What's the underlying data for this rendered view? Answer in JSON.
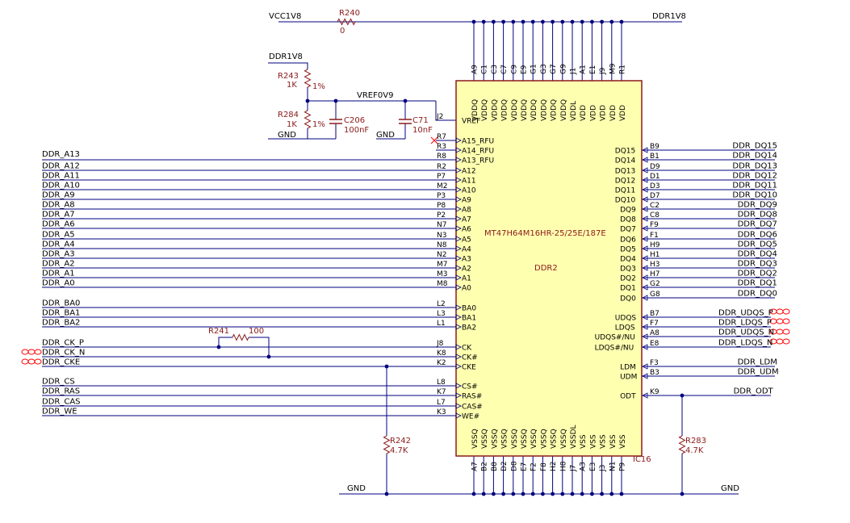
{
  "colors": {
    "wire": "#000080",
    "ic_fill": "#ffffb0",
    "ic_stroke": "#8b1a1a",
    "net_text": "#000000",
    "ref_text": "#8b1a1a",
    "flag": "#ff0000"
  },
  "ic": {
    "ref": "IC16",
    "part": "MT47H64M16HR-25/25E/187E",
    "type": "DDR2"
  },
  "power": {
    "vcc1v8": "VCC1V8",
    "ddr1v8_right": "DDR1V8",
    "ddr1v8_left": "DDR1V8",
    "vref": "VREF0V9",
    "gnd": "GND"
  },
  "components": {
    "R240": {
      "ref": "R240",
      "value": "0"
    },
    "R243": {
      "ref": "R243",
      "value": "1K",
      "tol": "1%"
    },
    "R284": {
      "ref": "R284",
      "value": "1K",
      "tol": "1%"
    },
    "C206": {
      "ref": "C206",
      "value": "100nF"
    },
    "C71": {
      "ref": "C71",
      "value": "10nF"
    },
    "R241": {
      "ref": "R241",
      "value": "100"
    },
    "R242": {
      "ref": "R242",
      "value": "4.7K"
    },
    "R283": {
      "ref": "R283",
      "value": "4.7K"
    }
  },
  "top_pins": [
    {
      "pin": "A9",
      "name": "VDDQ"
    },
    {
      "pin": "C1",
      "name": "VDDQ"
    },
    {
      "pin": "C3",
      "name": "VDDQ"
    },
    {
      "pin": "C7",
      "name": "VDDQ"
    },
    {
      "pin": "C9",
      "name": "VDDQ"
    },
    {
      "pin": "E9",
      "name": "VDDQ"
    },
    {
      "pin": "G1",
      "name": "VDDQ"
    },
    {
      "pin": "G3",
      "name": "VDDQ"
    },
    {
      "pin": "G7",
      "name": "VDDQ"
    },
    {
      "pin": "G9",
      "name": "VDDQ"
    },
    {
      "pin": "J1",
      "name": "VDDL"
    },
    {
      "pin": "A1",
      "name": "VDD"
    },
    {
      "pin": "E1",
      "name": "VDD"
    },
    {
      "pin": "J9",
      "name": "VDD"
    },
    {
      "pin": "M9",
      "name": "VDD"
    },
    {
      "pin": "R1",
      "name": "VDD"
    }
  ],
  "bottom_pins": [
    {
      "pin": "A7",
      "name": "VSSQ"
    },
    {
      "pin": "B2",
      "name": "VSSQ"
    },
    {
      "pin": "B8",
      "name": "VSSQ"
    },
    {
      "pin": "D2",
      "name": "VSSQ"
    },
    {
      "pin": "D8",
      "name": "VSSQ"
    },
    {
      "pin": "E7",
      "name": "VSSQ"
    },
    {
      "pin": "F2",
      "name": "VSSQ"
    },
    {
      "pin": "F8",
      "name": "VSSQ"
    },
    {
      "pin": "H2",
      "name": "VSSQ"
    },
    {
      "pin": "H8",
      "name": "VSSQ"
    },
    {
      "pin": "J7",
      "name": "VSSDL"
    },
    {
      "pin": "A3",
      "name": "VSS"
    },
    {
      "pin": "E3",
      "name": "VSS"
    },
    {
      "pin": "J3",
      "name": "VSS"
    },
    {
      "pin": "N1",
      "name": "VSS"
    },
    {
      "pin": "P9",
      "name": "VSS"
    }
  ],
  "left_pins": [
    {
      "pin": "J2",
      "name": "VREF",
      "net": ""
    },
    {
      "pin": "R7",
      "name": "A15_RFU",
      "net": ""
    },
    {
      "pin": "R3",
      "name": "A14_RFU",
      "net": ""
    },
    {
      "pin": "R8",
      "name": "A13_RFU",
      "net": ""
    },
    {
      "pin": "R2",
      "name": "A12",
      "net": "DDR_A12"
    },
    {
      "pin": "P7",
      "name": "A11",
      "net": "DDR_A11"
    },
    {
      "pin": "M2",
      "name": "A10",
      "net": "DDR_A10"
    },
    {
      "pin": "P3",
      "name": "A9",
      "net": "DDR_A9"
    },
    {
      "pin": "P8",
      "name": "A8",
      "net": "DDR_A8"
    },
    {
      "pin": "P2",
      "name": "A7",
      "net": "DDR_A7"
    },
    {
      "pin": "N7",
      "name": "A6",
      "net": "DDR_A6"
    },
    {
      "pin": "N3",
      "name": "A5",
      "net": "DDR_A5"
    },
    {
      "pin": "N8",
      "name": "A4",
      "net": "DDR_A4"
    },
    {
      "pin": "N2",
      "name": "A3",
      "net": "DDR_A3"
    },
    {
      "pin": "M7",
      "name": "A2",
      "net": "DDR_A2"
    },
    {
      "pin": "M3",
      "name": "A1",
      "net": "DDR_A1"
    },
    {
      "pin": "M8",
      "name": "A0",
      "net": "DDR_A0"
    },
    {
      "pin": "L2",
      "name": "BA0",
      "net": "DDR_BA0"
    },
    {
      "pin": "L3",
      "name": "BA1",
      "net": "DDR_BA1"
    },
    {
      "pin": "L1",
      "name": "BA2",
      "net": "DDR_BA2"
    },
    {
      "pin": "J8",
      "name": "CK",
      "net": "DDR_CK_P"
    },
    {
      "pin": "K8",
      "name": "CK#",
      "net": "DDR_CK_N"
    },
    {
      "pin": "K2",
      "name": "CKE",
      "net": "DDR_CKE"
    },
    {
      "pin": "L8",
      "name": "CS#",
      "net": "DDR_CS"
    },
    {
      "pin": "K7",
      "name": "RAS#",
      "net": "DDR_RAS"
    },
    {
      "pin": "L7",
      "name": "CAS#",
      "net": "DDR_CAS"
    },
    {
      "pin": "K3",
      "name": "WE#",
      "net": "DDR_WE"
    }
  ],
  "left_extra_net": "DDR_A13",
  "right_pins": [
    {
      "pin": "B9",
      "name": "DQ15",
      "net": "DDR_DQ15"
    },
    {
      "pin": "B1",
      "name": "DQ14",
      "net": "DDR_DQ14"
    },
    {
      "pin": "D9",
      "name": "DQ13",
      "net": "DDR_DQ13"
    },
    {
      "pin": "D1",
      "name": "DQ12",
      "net": "DDR_DQ12"
    },
    {
      "pin": "D3",
      "name": "DQ11",
      "net": "DDR_DQ11"
    },
    {
      "pin": "D7",
      "name": "DQ10",
      "net": "DDR_DQ10"
    },
    {
      "pin": "C2",
      "name": "DQ9",
      "net": "DDR_DQ9"
    },
    {
      "pin": "C8",
      "name": "DQ8",
      "net": "DDR_DQ8"
    },
    {
      "pin": "F9",
      "name": "DQ7",
      "net": "DDR_DQ7"
    },
    {
      "pin": "F1",
      "name": "DQ6",
      "net": "DDR_DQ6"
    },
    {
      "pin": "H9",
      "name": "DQ5",
      "net": "DDR_DQ5"
    },
    {
      "pin": "H1",
      "name": "DQ4",
      "net": "DDR_DQ4"
    },
    {
      "pin": "H3",
      "name": "DQ3",
      "net": "DDR_DQ3"
    },
    {
      "pin": "H7",
      "name": "DQ2",
      "net": "DDR_DQ2"
    },
    {
      "pin": "G2",
      "name": "DQ1",
      "net": "DDR_DQ1"
    },
    {
      "pin": "G8",
      "name": "DQ0",
      "net": "DDR_DQ0"
    },
    {
      "pin": "B7",
      "name": "UDQS",
      "net": "DDR_UDQS_P"
    },
    {
      "pin": "F7",
      "name": "LDQS",
      "net": "DDR_LDQS_P"
    },
    {
      "pin": "A8",
      "name": "UDQS#/NU",
      "net": "DDR_UDQS_N"
    },
    {
      "pin": "E8",
      "name": "LDQS#/NU",
      "net": "DDR_LDQS_N"
    },
    {
      "pin": "F3",
      "name": "LDM",
      "net": "DDR_LDM"
    },
    {
      "pin": "B3",
      "name": "UDM",
      "net": "DDR_UDM"
    },
    {
      "pin": "K9",
      "name": "ODT",
      "net": "DDR_ODT"
    }
  ]
}
